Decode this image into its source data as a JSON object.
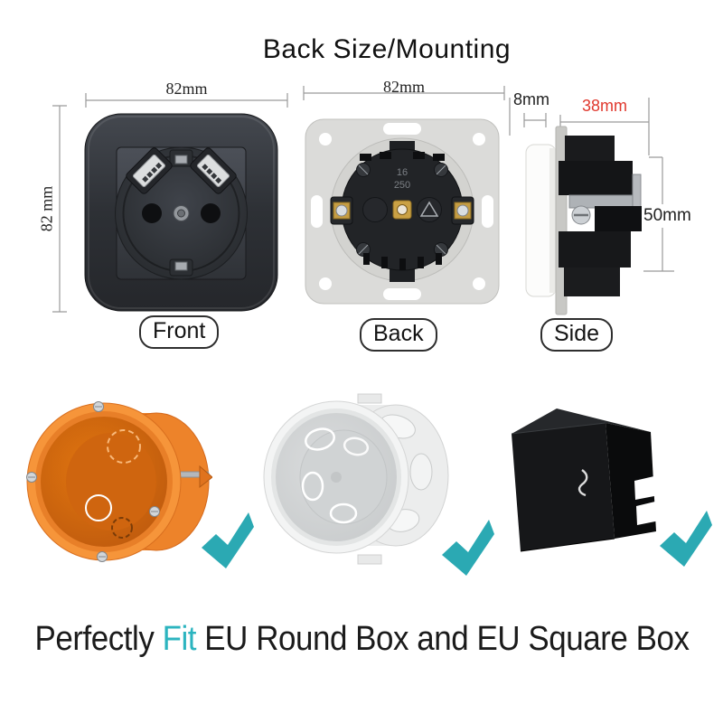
{
  "title": "Back Size/Mounting",
  "views": {
    "front": {
      "label": "Front",
      "width_dim": "82mm",
      "height_dim": "82 mm"
    },
    "back": {
      "label": "Back",
      "width_dim": "82mm",
      "rating_current": "16",
      "rating_voltage": "250"
    },
    "side": {
      "label": "Side",
      "frame_thickness_dim": "8mm",
      "embed_depth_dim": "38mm",
      "body_height_dim": "50mm"
    }
  },
  "mount_boxes": [
    {
      "name": "EU round box (orange)",
      "fits": "yes"
    },
    {
      "name": "EU round box (white)",
      "fits": "yes"
    },
    {
      "name": "EU square box (black)",
      "fits": "yes"
    }
  ],
  "caption": {
    "prefix": "Perfectly ",
    "highlight": "Fit",
    "suffix": " EU Round Box and EU Square Box"
  },
  "colors": {
    "dimension_red": "#e0392e",
    "highlight_teal": "#2cb4bf",
    "checkmark_teal": "#2ba9b3"
  }
}
